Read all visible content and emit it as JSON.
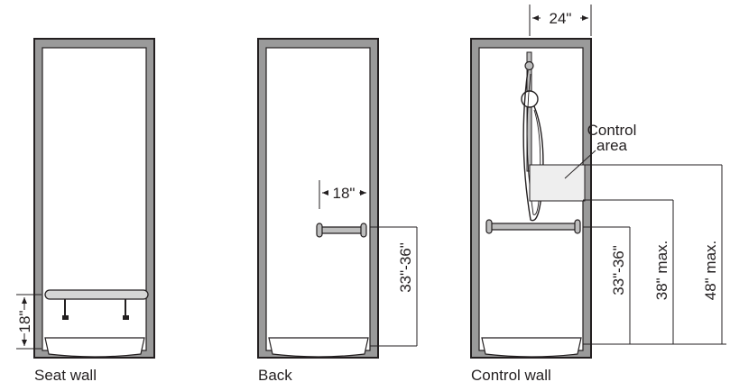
{
  "panels": {
    "seat_wall": {
      "caption": "Seat wall",
      "seat_height_label": "18\""
    },
    "back": {
      "caption": "Back",
      "bar_length_label": "18\"",
      "bar_height_label": "33\"-36\""
    },
    "control_wall": {
      "caption": "Control wall",
      "top_width_label": "24\"",
      "control_area_label_line1": "Control",
      "control_area_label_line2": "area",
      "bar_height_label": "33\"-36\"",
      "lower_max_label": "38\" max.",
      "upper_max_label": "48\" max."
    }
  },
  "colors": {
    "line": "#231f20",
    "frame_fill": "#9a9a9a",
    "bar_fill": "#bdbdbd",
    "seat_fill": "#d6d6d6",
    "control_fill": "#eeeeee"
  }
}
